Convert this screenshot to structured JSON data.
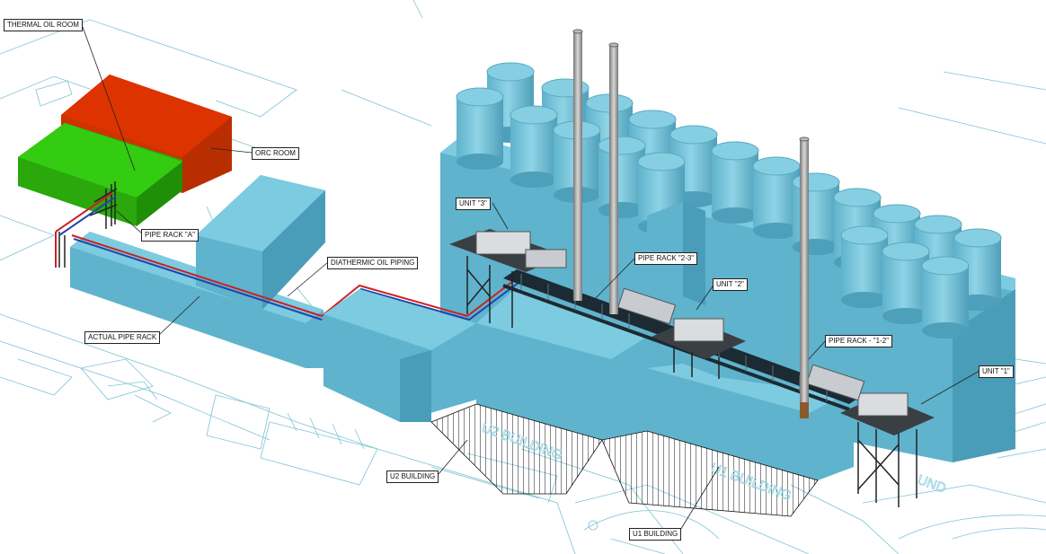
{
  "labels": {
    "thermal_oil_room": "THERMAL OIL ROOM",
    "orc_room": "ORC ROOM",
    "pipe_rack_a": "PIPE RACK \"A\"",
    "diathermic_oil_piping": "DIATHERMIC OIL PIPING",
    "actual_pipe_rack": "ACTUAL PIPE RACK",
    "unit_3": "UNIT \"3\"",
    "pipe_rack_2_3": "PIPE RACK \"2-3\"",
    "unit_2": "UNIT \"2\"",
    "pipe_rack_1_2": "PIPE RACK - \"1-2\"",
    "unit_1": "UNIT \"1\"",
    "u2_building": "U2 BUILDING",
    "u1_building": "U1 BUILDING"
  },
  "ghost_text": {
    "u2": "U2 BUILDING",
    "u1": "U1 BUILDING",
    "und": "UND"
  },
  "colors": {
    "thermal_oil_room": "#33cc11",
    "orc_room": "#dd3300",
    "building_top": "#7ccbe0",
    "building_left": "#5fb3cc",
    "building_right": "#4a9db8",
    "site_lines": "#7ec3d6",
    "pipe_supply": "#cc2222",
    "pipe_return": "#2244aa",
    "stack": "#9aa0a4"
  }
}
